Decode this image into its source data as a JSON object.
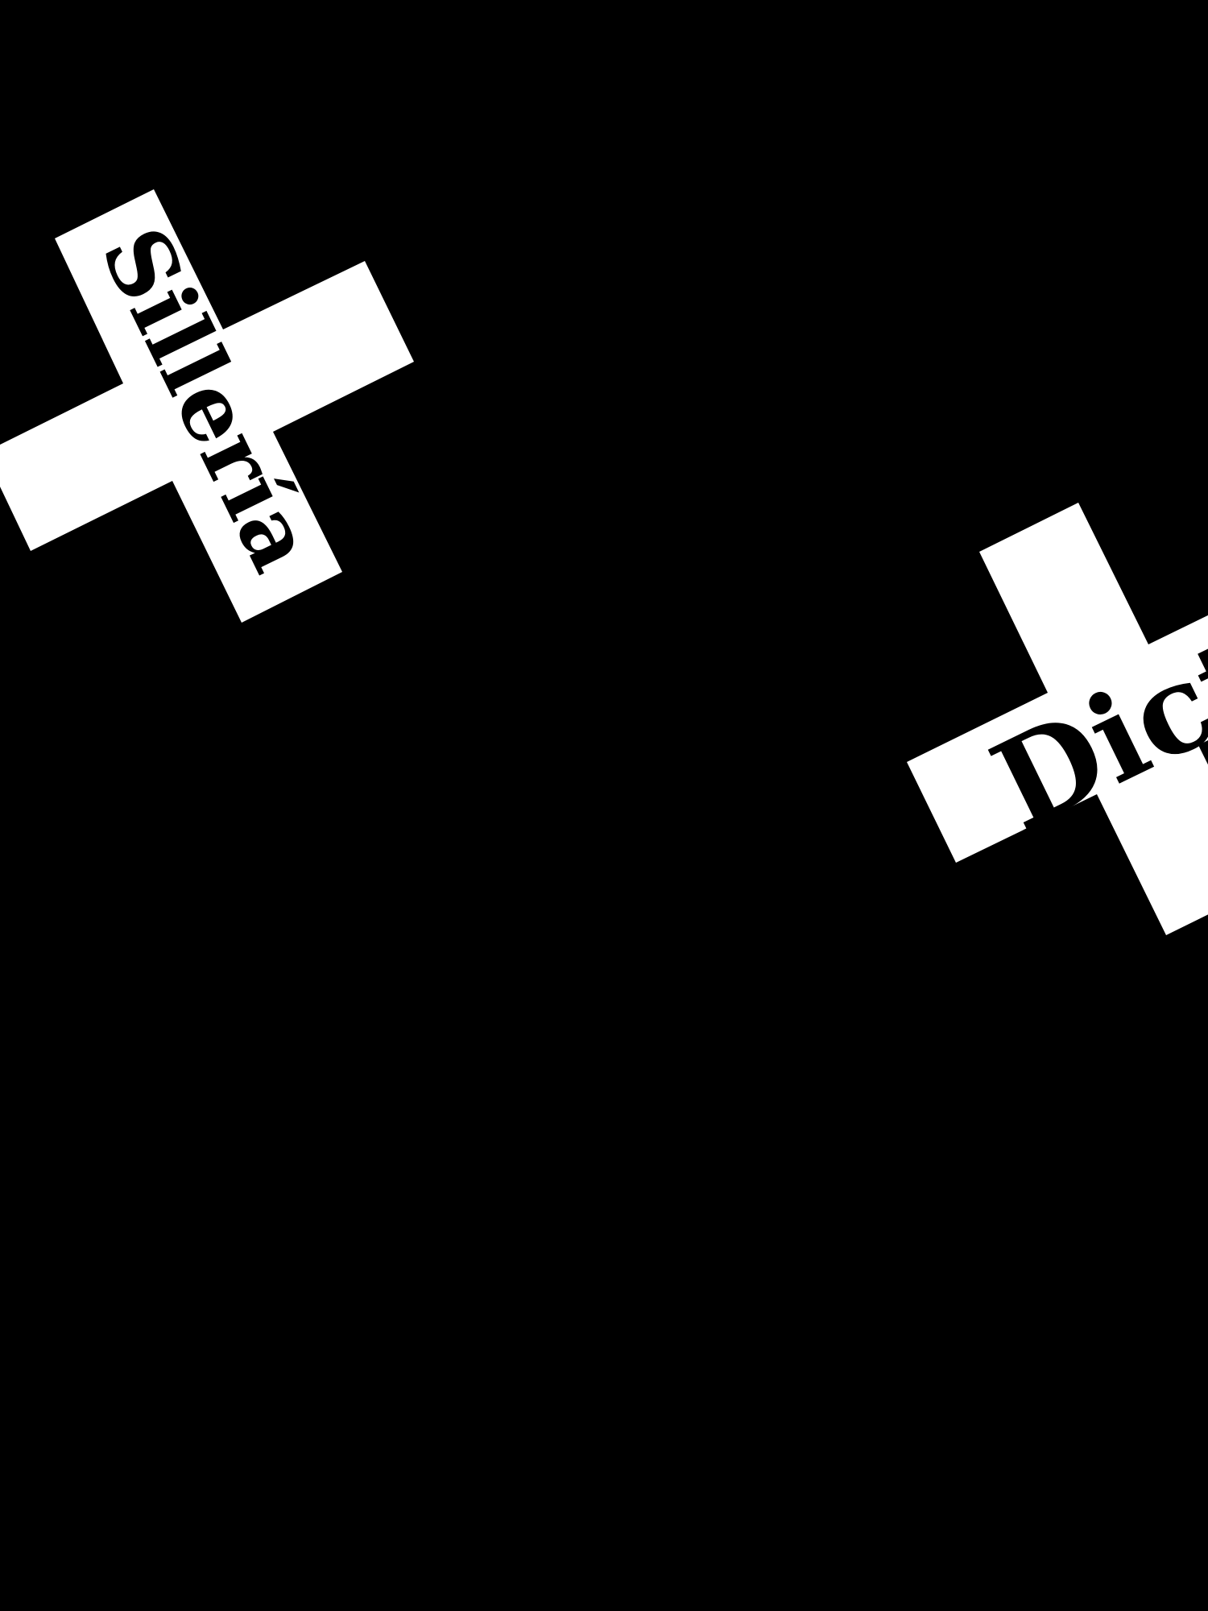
{
  "background_color": "#000000",
  "cross_color": "#ffffff",
  "text_color": "#000000",
  "crosses": [
    {
      "name": "cross-left",
      "text": "Sillería",
      "text_orientation": "along vertical arm, rotated",
      "rotation_deg": -26
    },
    {
      "name": "cross-right",
      "text": "Dictin",
      "text_orientation": "along horizontal arm, clipped at right edge",
      "rotation_deg": -26
    }
  ]
}
